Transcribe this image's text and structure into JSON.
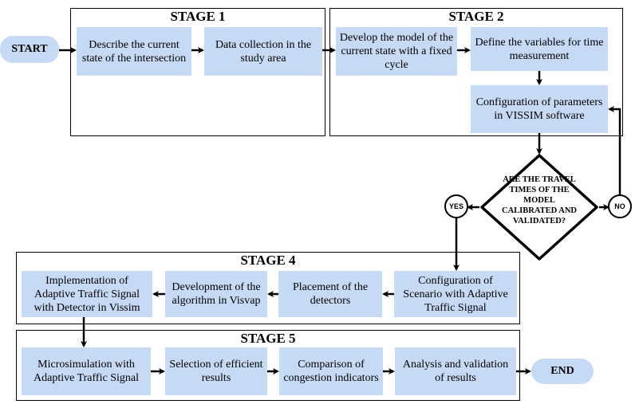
{
  "terminals": {
    "start": "START",
    "end": "END"
  },
  "stages": {
    "s1": "STAGE 1",
    "s2": "STAGE 2",
    "s4": "STAGE 4",
    "s5": "STAGE 5"
  },
  "steps": {
    "describe": "Describe the current state of the intersection",
    "data_collection": "Data collection in the study area",
    "develop_model": "Develop the model of the current state with a fixed cycle",
    "define_vars": "Define the variables for time measurement",
    "config_vissim": "Configuration of parameters in VISSIM software",
    "config_scenario": "Configuration of Scenario with Adaptive Traffic Signal",
    "placement": "Placement of the detectors",
    "dev_algorithm": "Development of the algorithm in Visvap",
    "implementation": "Implementation of Adaptive Traffic Signal with Detector in Vissim",
    "microsim": "Microsimulation with Adaptive Traffic Signal",
    "selection": "Selection of efficient results",
    "comparison": "Comparison of congestion indicators",
    "analysis": "Analysis and validation of results"
  },
  "decision": {
    "question": "ARE THE TRAVEL TIMES OF THE MODEL CALIBRATED AND VALIDATED?",
    "yes": "YES",
    "no": "NO"
  },
  "colors": {
    "box_fill": "#c6d9f5",
    "line": "#000000"
  }
}
